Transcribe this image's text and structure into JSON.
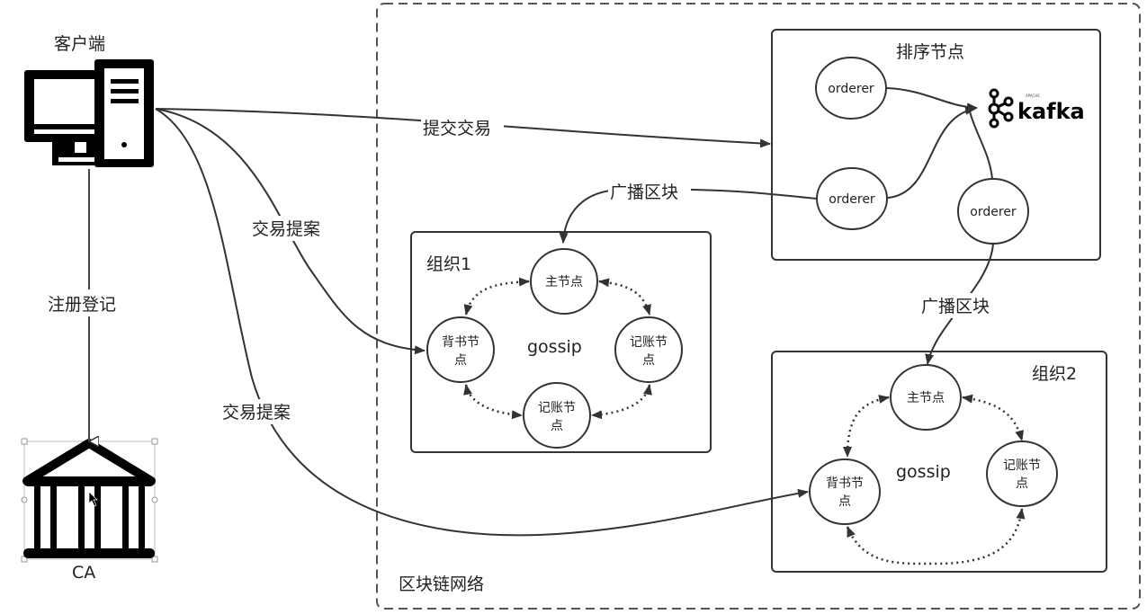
{
  "client": {
    "label": "客户端",
    "icon": "desktop-computer-icon"
  },
  "ca": {
    "label": "CA",
    "icon": "bank-building-icon"
  },
  "network": {
    "label": "区块链网络"
  },
  "edges": {
    "register": "注册登记",
    "submit_tx": "提交交易",
    "proposal_1": "交易提案",
    "proposal_2": "交易提案",
    "broadcast_1": "广播区块",
    "broadcast_2": "广播区块"
  },
  "orderer_group": {
    "title": "排序节点",
    "nodes": [
      "orderer",
      "orderer",
      "orderer"
    ],
    "logo": {
      "name": "kafka",
      "text": "kafka",
      "small_text": "APACHE",
      "icon": "kafka-logo-icon"
    }
  },
  "org1": {
    "title": "组织1",
    "center": "gossip",
    "leader": "主节点",
    "endorser": [
      "背书节",
      "点"
    ],
    "committer_right": [
      "记账节",
      "点"
    ],
    "committer_bottom": [
      "记账节",
      "点"
    ]
  },
  "org2": {
    "title": "组织2",
    "center": "gossip",
    "leader": "主节点",
    "endorser": [
      "背书节",
      "点"
    ],
    "committer": [
      "记账节",
      "点"
    ]
  }
}
